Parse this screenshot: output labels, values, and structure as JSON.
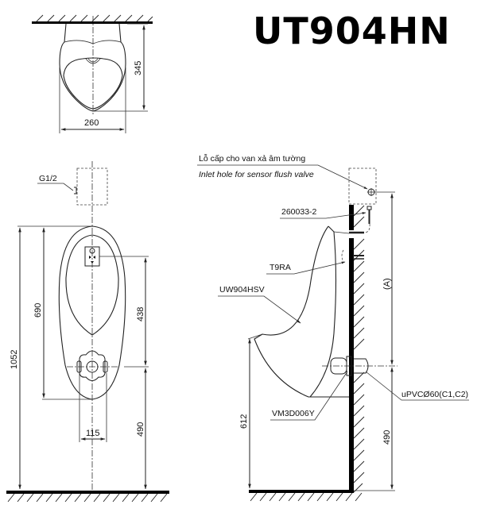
{
  "title": "UT904HN",
  "top_view": {
    "width_dim": "260",
    "depth_dim": "345"
  },
  "front_view": {
    "inlet_label": "G1/2",
    "total_height_dim": "1052",
    "bowl_height_dim": "690",
    "sensor_to_outlet_dim": "438",
    "outlet_height_dim": "490",
    "outlet_spacing_dim": "115"
  },
  "side_view": {
    "inlet_note_vi": "Lỗ cấp cho van xả âm tường",
    "inlet_note_en": "Inlet hole for sensor flush valve",
    "part_bracket": "260033-2",
    "part_sensor": "T9RA",
    "part_urinal": "UW904HSV",
    "part_outlet": "VM3D006Y",
    "pipe_label": "uPVCØ60(C1,C2)",
    "rim_height_dim": "612",
    "outlet_height_dim": "490",
    "inlet_height_dim": "(A)"
  }
}
